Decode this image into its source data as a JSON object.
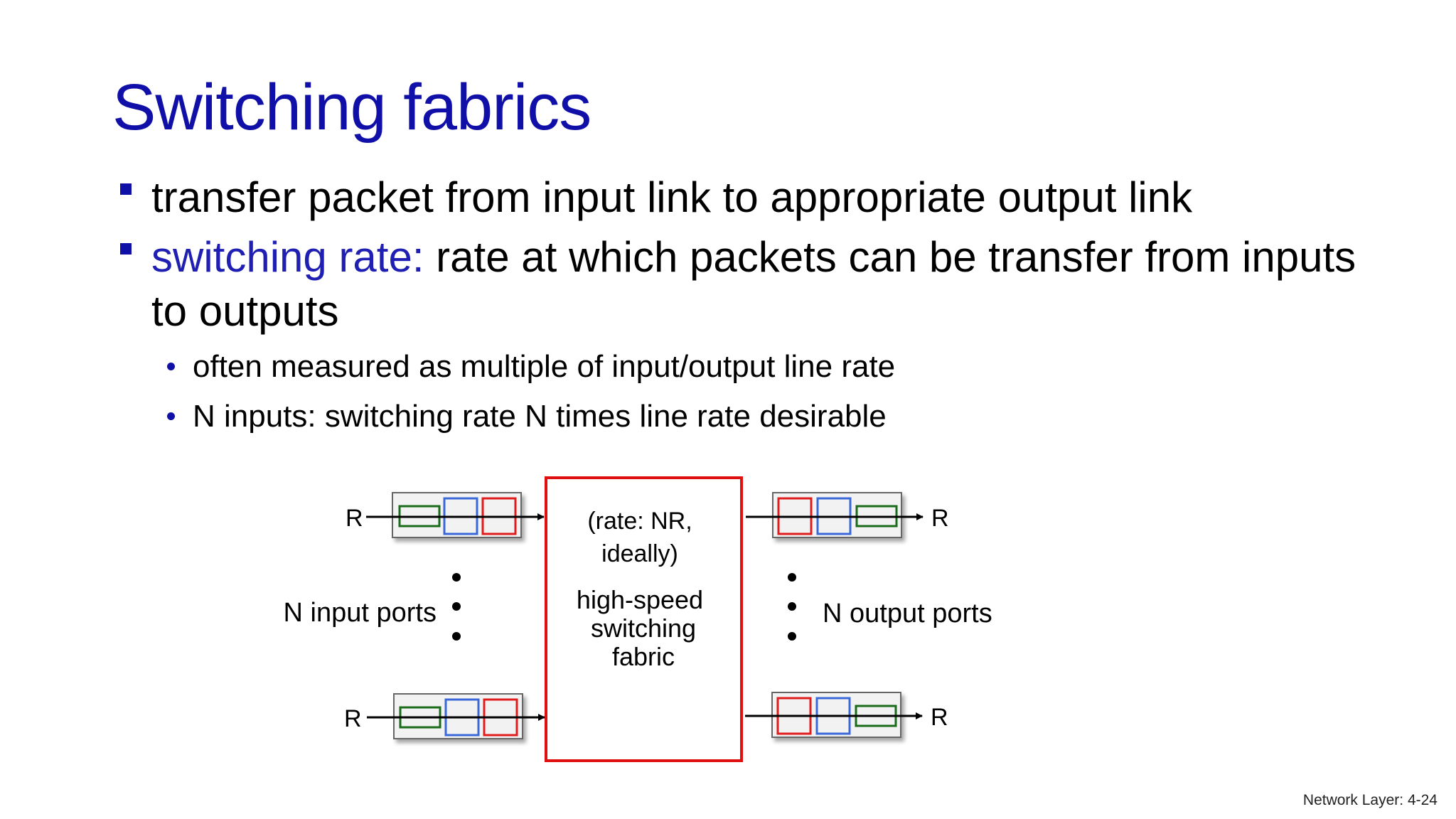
{
  "slide": {
    "title": "Switching fabrics",
    "bullets": [
      {
        "text": "transfer packet from input link to appropriate output link"
      },
      {
        "highlight": "switching rate:",
        "text": " rate at which packets can be transfer from inputs to outputs"
      }
    ],
    "sub_bullets": [
      "often measured as multiple of input/output line rate",
      "N inputs: switching rate N times line rate desirable"
    ],
    "footer": "Network Layer: 4-24"
  },
  "diagram": {
    "input_rate_top": "R",
    "input_rate_bottom": "R",
    "output_rate_top": "R",
    "output_rate_bottom": "R",
    "input_ports_label": "N input ports",
    "output_ports_label": "N output ports",
    "fabric_rate_line1": "(rate: NR,",
    "fabric_rate_line2": "ideally)",
    "fabric_label_line1": "high-speed",
    "fabric_label_line2": "switching",
    "fabric_label_line3": "fabric"
  },
  "colors": {
    "title": "#1010a8",
    "highlight": "#1f1fb4",
    "fabric_border": "#e01010",
    "packet_green": "#1a6b1a",
    "packet_blue": "#3a68d8",
    "packet_red": "#e01c1c"
  }
}
